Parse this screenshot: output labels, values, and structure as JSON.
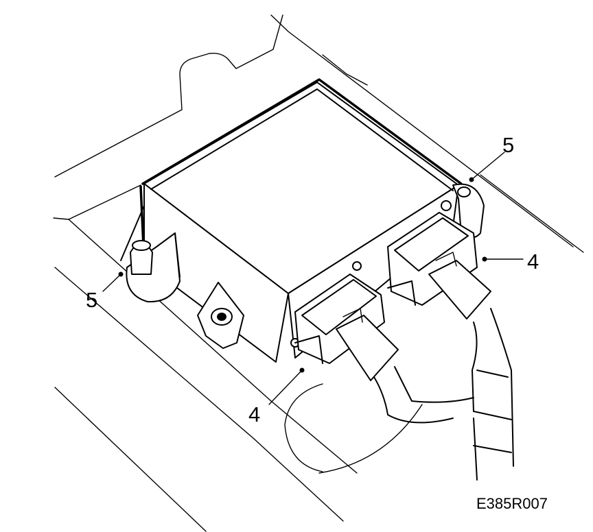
{
  "figure": {
    "callouts": [
      {
        "id": "top-right",
        "label": "5"
      },
      {
        "id": "left",
        "label": "5"
      },
      {
        "id": "right",
        "label": "4"
      },
      {
        "id": "bottom",
        "label": "4"
      }
    ],
    "drawing_code": "E385R007"
  }
}
